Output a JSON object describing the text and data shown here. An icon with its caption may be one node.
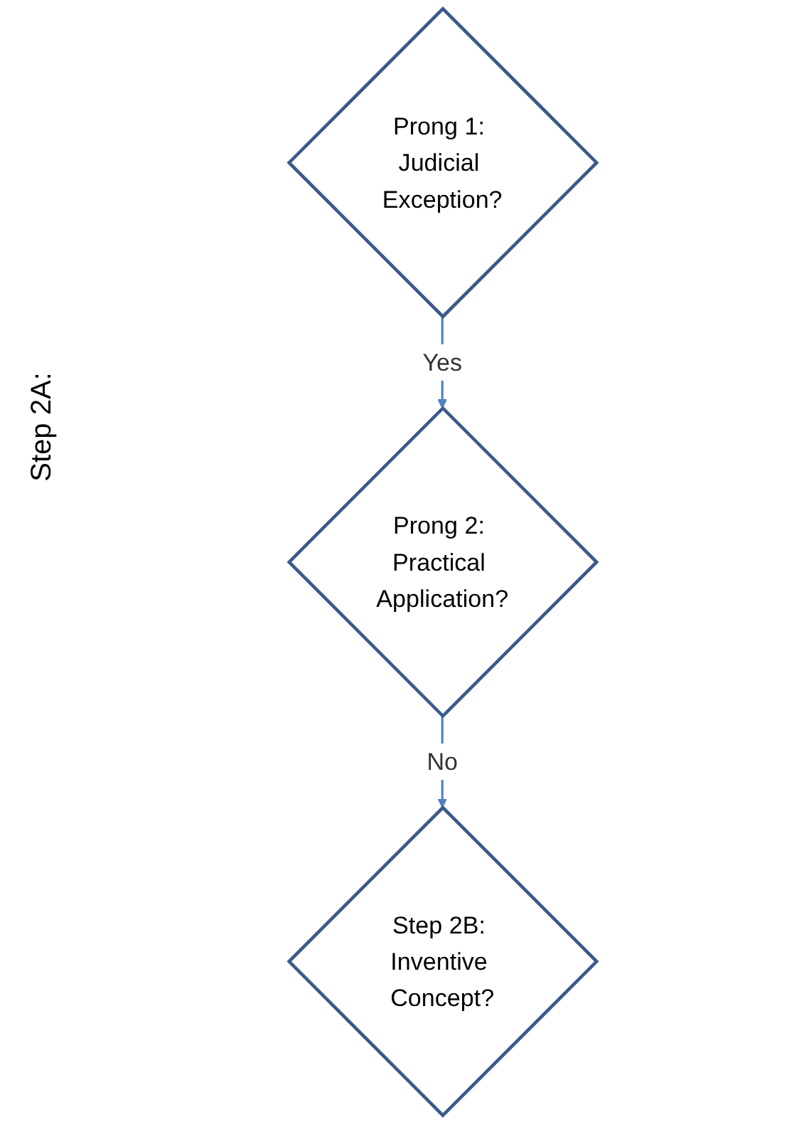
{
  "diagram": {
    "nodes": [
      {
        "text": [
          "Prong 1: Judicial Exception?"
        ]
      },
      {
        "text": [
          "Prong 2: Practical Application?"
        ]
      },
      {
        "text": [
          "Step 2B: Inventive Concept?"
        ]
      }
    ],
    "edges": [
      {
        "from": 0,
        "to": 1,
        "arrow": "to",
        "label": "Yes"
      },
      {
        "from": 1,
        "to": 2,
        "arrow": "to",
        "label": "No"
      }
    ],
    "labels": [
      "Step 2A:"
    ]
  }
}
